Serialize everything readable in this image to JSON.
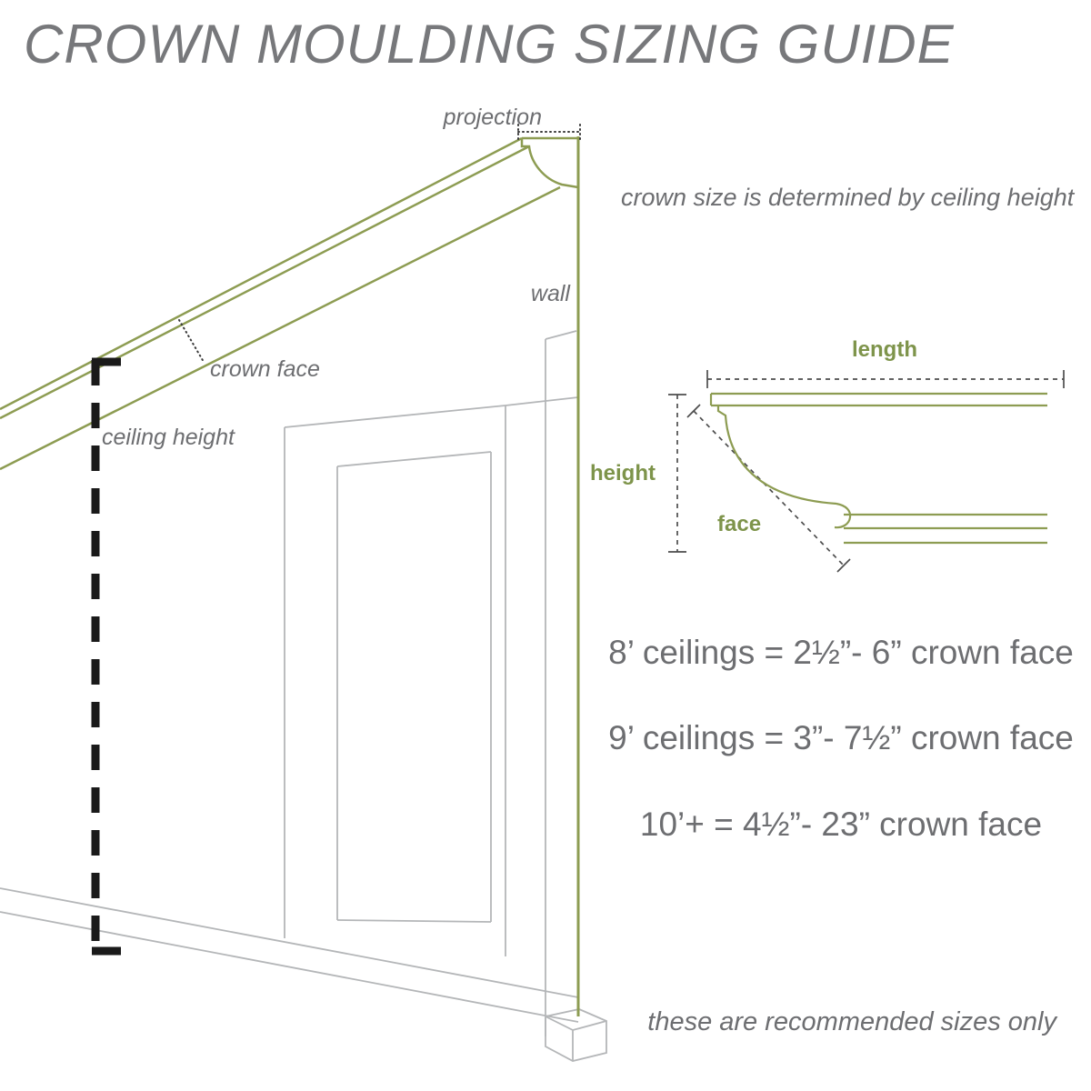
{
  "title": "CROWN MOULDING SIZING GUIDE",
  "subtitle": "crown size is determined by ceiling height",
  "perspective_labels": {
    "projection": "projection",
    "wall": "wall",
    "crown_face": "crown face",
    "ceiling_height": "ceiling height"
  },
  "cross_section_labels": {
    "length": "length",
    "height": "height",
    "face": "face"
  },
  "sizing_rules": [
    "8’ ceilings = 2½”- 6” crown face",
    "9’ ceilings = 3”- 7½” crown face",
    "10’+ = 4½”- 23” crown face"
  ],
  "footnote": "these are recommended sizes only",
  "colors": {
    "olive_green": "#8d9c52",
    "label_green": "#7e944b",
    "text_gray": "#6d6e71",
    "title_gray": "#77787b",
    "line_gray": "#b4b6b8",
    "dimension_black": "#1c1c1c"
  }
}
